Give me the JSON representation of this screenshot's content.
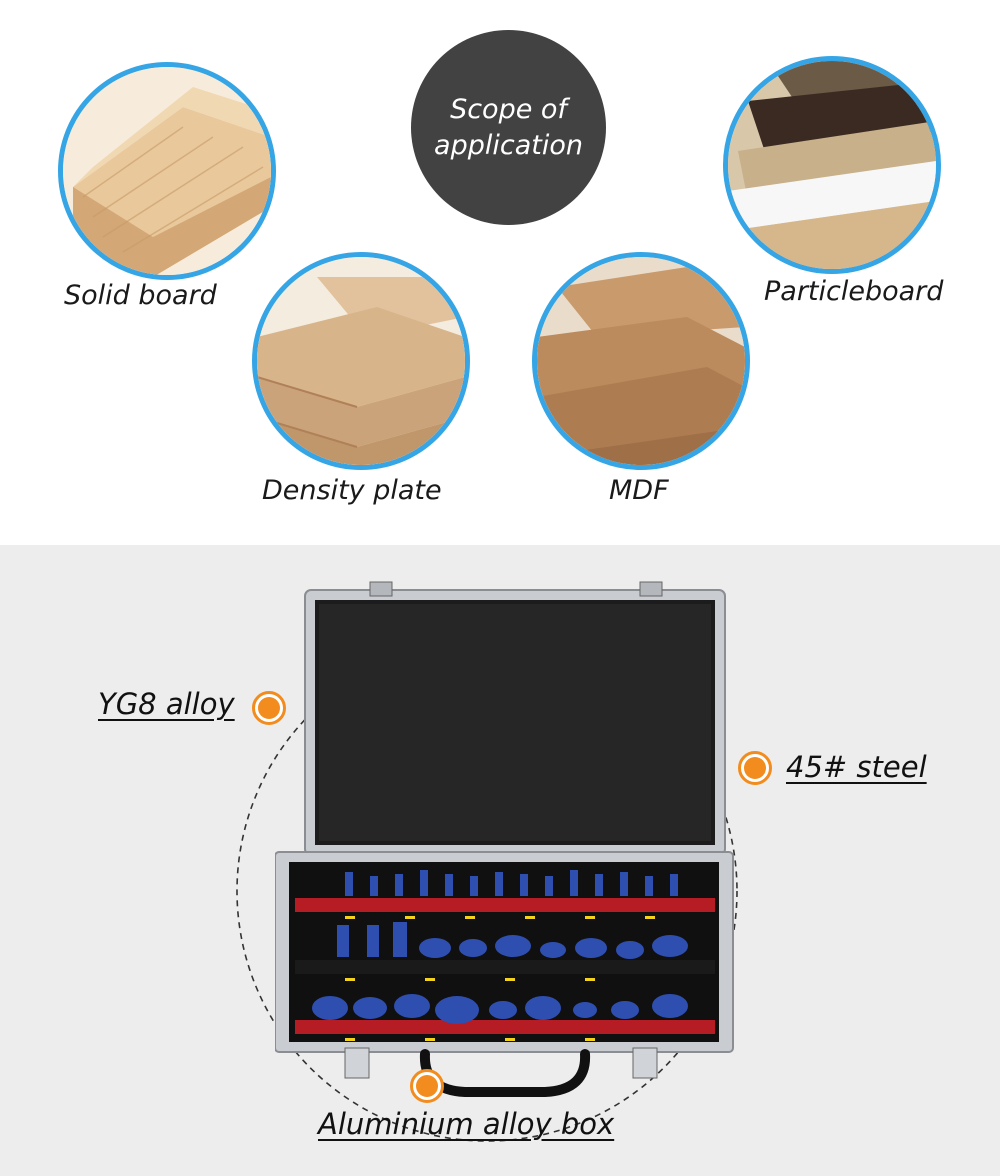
{
  "scope": {
    "line1": "Scope of",
    "line2": "application"
  },
  "materials": [
    {
      "label": "Solid board"
    },
    {
      "label": "Density plate"
    },
    {
      "label": "MDF"
    },
    {
      "label": "Particleboard"
    }
  ],
  "features": {
    "yg8": "YG8 alloy",
    "steel": "45# steel",
    "box": "Aluminium alloy box"
  },
  "colors": {
    "ring": "#35a5e6",
    "scope_bg": "#424242",
    "badge": "#f28c1e",
    "bit_blue": "#2f4fb0",
    "foam_red": "#b51c24"
  }
}
